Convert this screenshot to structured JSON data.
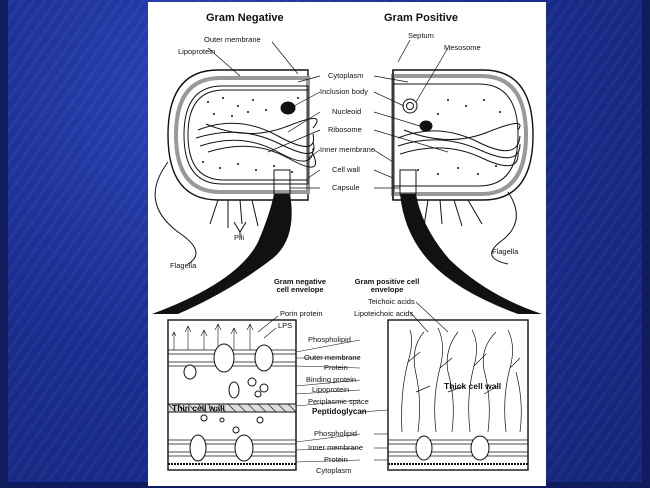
{
  "headings": {
    "gram_negative": "Gram Negative",
    "gram_positive": "Gram Positive"
  },
  "labels": {
    "outer_membrane": "Outer membrane",
    "lipoprotein": "Lipoprotein",
    "septum": "Septum",
    "mesosome": "Mesosome",
    "cytoplasm": "Cytoplasm",
    "inclusion_body": "Inclusion body",
    "nucleoid": "Nucleoid",
    "ribosome": "Ribosome",
    "inner_membrane": "Inner membrane",
    "cell_wall": "Cell wall",
    "capsule": "Capsule",
    "pili": "Pili",
    "flagella_left": "Flagella",
    "flagella_right": "Flagella"
  },
  "envelope": {
    "neg_title": "Gram negative cell envelope",
    "pos_title": "Gram positive cell envelope",
    "porin_protein": "Porin protein",
    "lps": "LPS",
    "teichoic_acids": "Teichoic acids",
    "lipoteichoic_acids": "Lipoteichoic acids",
    "phospholipid_top": "Phospholipid",
    "outer_membrane": "Outer membrane",
    "protein_top": "Protein",
    "binding_protein": "Binding protein",
    "lipoprotein": "Lipoprotein",
    "periplasmic_space": "Periplasmic space",
    "thin_cell_wall": "Thin cell wall",
    "thick_cell_wall": "Thick cell wall",
    "peptidoglycan": "Peptidoglycan",
    "phospholipid_bottom": "Phospholipid",
    "inner_membrane": "Inner membrane",
    "protein_bottom": "Protein",
    "cytoplasm": "Cytoplasm"
  },
  "colors": {
    "background": "#1b2f8f",
    "figure": "#ffffff",
    "ink": "#111111"
  }
}
